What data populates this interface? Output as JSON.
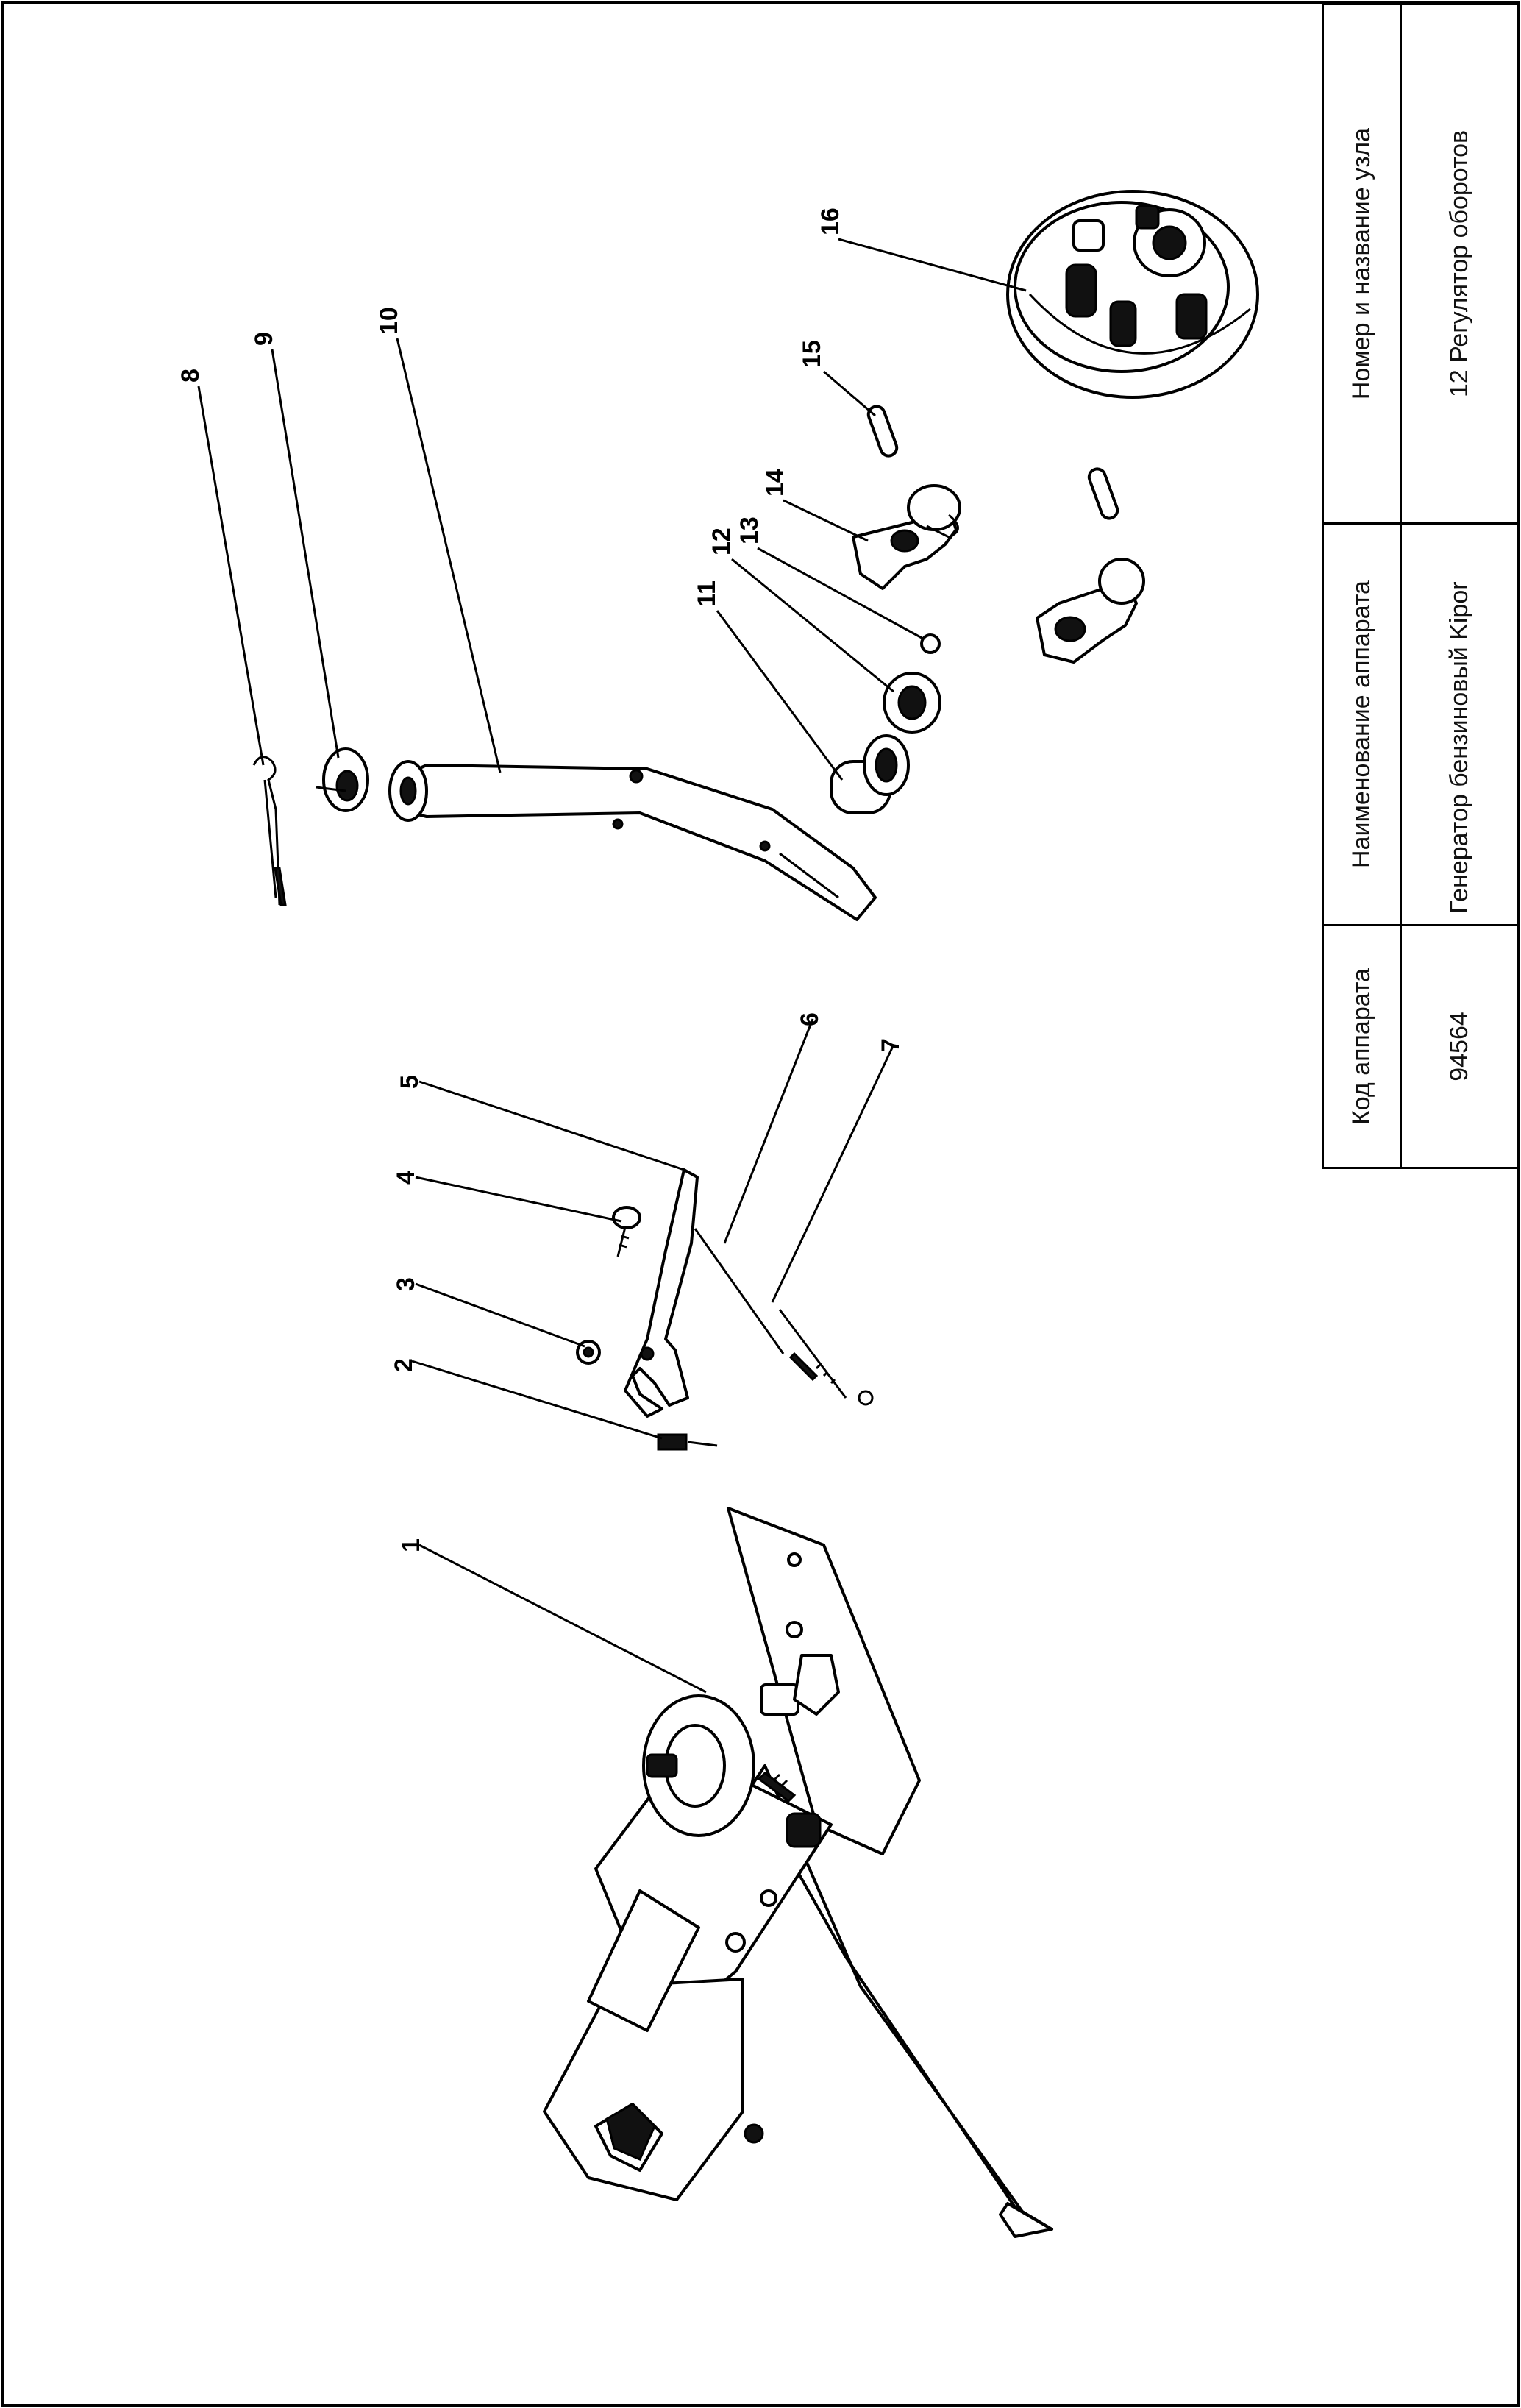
{
  "diagram": {
    "callouts": [
      "1",
      "2",
      "3",
      "4",
      "5",
      "6",
      "7",
      "8",
      "9",
      "10",
      "11",
      "12",
      "13",
      "14",
      "15",
      "16"
    ]
  },
  "title_block": {
    "headers": {
      "code": "Код аппарата",
      "name": "Наименование аппарата",
      "unit": "Номер и название узла"
    },
    "values": {
      "code": "94564",
      "name": "Генератор бензиновый Kipor",
      "unit": "12 Регулятор оборотов"
    }
  }
}
